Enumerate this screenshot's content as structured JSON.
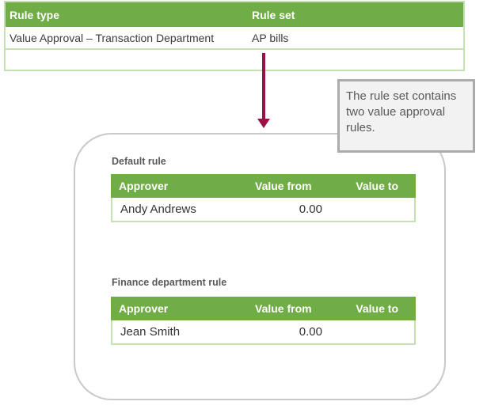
{
  "top_table": {
    "headers": {
      "rule_type": "Rule type",
      "rule_set": "Rule set"
    },
    "rows": [
      {
        "rule_type": "Value Approval – Transaction Department",
        "rule_set": "AP bills"
      },
      {
        "rule_type": "",
        "rule_set": ""
      }
    ]
  },
  "callout": {
    "text": "The rule set contains two value approval rules."
  },
  "rule_sets": [
    {
      "title": "Default rule",
      "headers": {
        "approver": "Approver",
        "value_from": "Value from",
        "value_to": "Value to"
      },
      "rows": [
        {
          "approver": "Andy Andrews",
          "value_from": "0.00",
          "value_to": ""
        }
      ]
    },
    {
      "title": "Finance department rule",
      "headers": {
        "approver": "Approver",
        "value_from": "Value from",
        "value_to": "Value to"
      },
      "rows": [
        {
          "approver": "Jean Smith",
          "value_from": "0.00",
          "value_to": ""
        }
      ]
    }
  ],
  "colors": {
    "header_green": "#70AD47",
    "row_border_green": "#C5E0B4",
    "arrow_maroon": "#9C1048",
    "callout_bg": "#F2F2F2",
    "callout_border": "#ABABAB",
    "container_border": "#C9C9C9",
    "muted_text": "#595959"
  }
}
